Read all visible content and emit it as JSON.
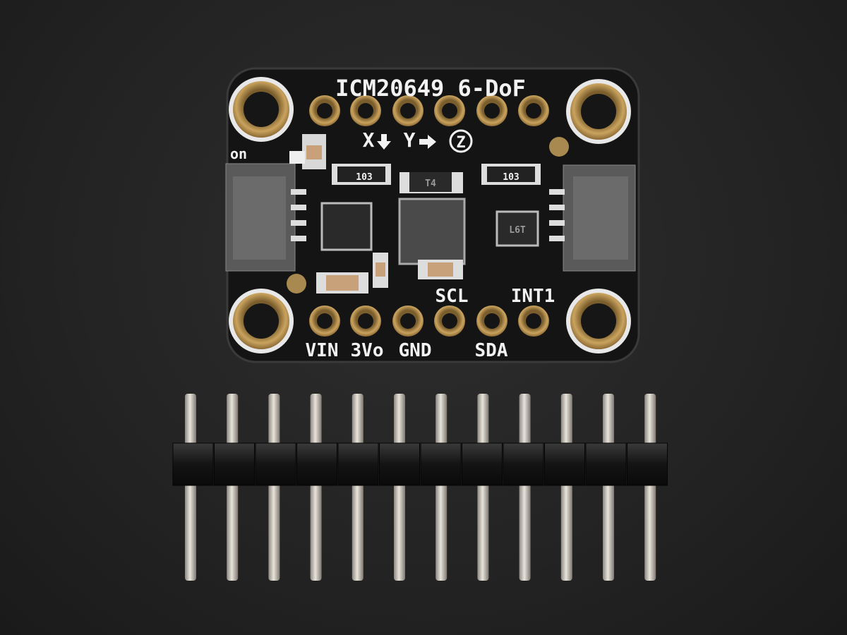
{
  "board": {
    "title": "ICM20649 6-DoF",
    "axis_labels": {
      "x": "X",
      "y": "Y",
      "z": "Z"
    },
    "led_label": "on",
    "resistor_labels": [
      "103",
      "103"
    ],
    "chip_markings": [
      "T4",
      "L6T"
    ],
    "top_pin_labels": [
      "SCL",
      "INT1"
    ],
    "bottom_pin_labels": [
      "VIN",
      "3Vo",
      "GND",
      "SDA"
    ]
  },
  "header": {
    "pin_count": 12
  },
  "colors": {
    "pcb": "#151515",
    "gold": "#b8924f",
    "background": "#262626",
    "pin": "#c9c4bc"
  }
}
